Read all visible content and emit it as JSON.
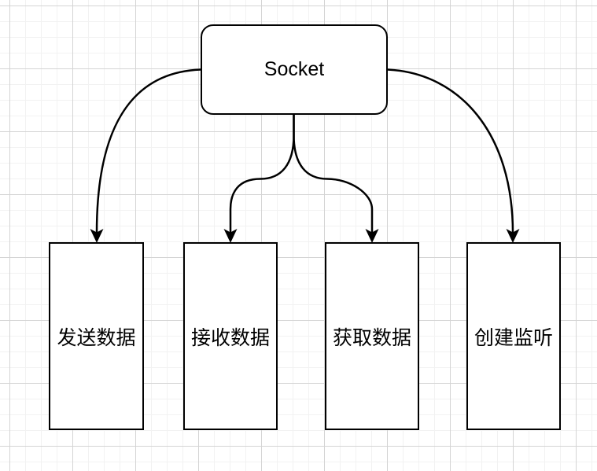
{
  "diagram": {
    "nodes": {
      "root": {
        "label": "Socket"
      },
      "children": [
        {
          "id": "send",
          "label": "发送数据"
        },
        {
          "id": "receive",
          "label": "接收数据"
        },
        {
          "id": "get",
          "label": "获取数据"
        },
        {
          "id": "listen",
          "label": "创建监听"
        }
      ]
    },
    "edges": [
      {
        "from": "Socket",
        "to": "发送数据"
      },
      {
        "from": "Socket",
        "to": "接收数据"
      },
      {
        "from": "Socket",
        "to": "获取数据"
      },
      {
        "from": "Socket",
        "to": "创建监听"
      }
    ],
    "colors": {
      "stroke": "#000000",
      "node_fill": "#ffffff",
      "grid_minor": "#f2f2f2",
      "grid_major": "#d4d4d4",
      "canvas_bg": "#ffffff"
    }
  }
}
